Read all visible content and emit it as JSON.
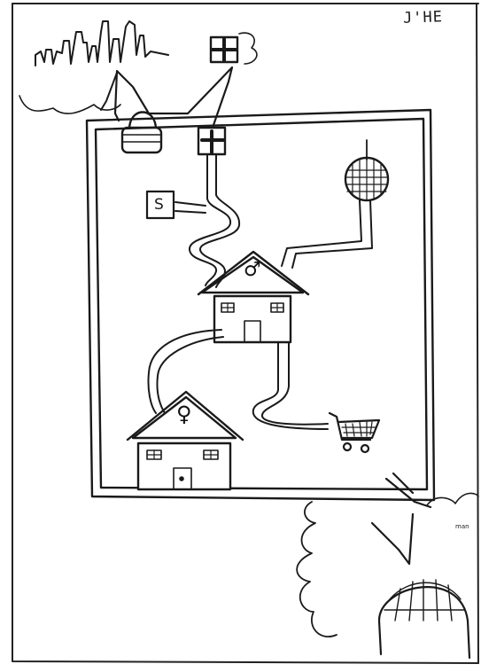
{
  "drawing": {
    "signature": "J'HE",
    "sign_letter": "S",
    "margin_note": "man",
    "male_symbol": "♂",
    "female_symbol": "♀",
    "colors": {
      "ink": "#1a1a1a",
      "paper": "#ffffff"
    }
  }
}
